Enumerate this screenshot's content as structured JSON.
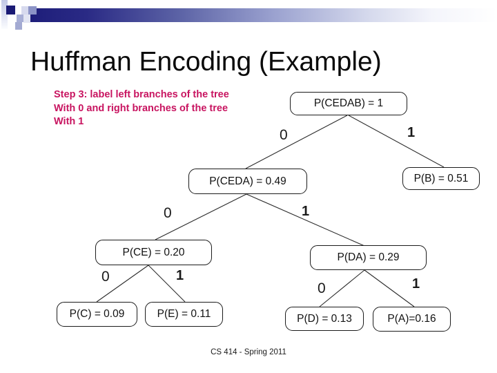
{
  "slide": {
    "title": "Huffman Encoding (Example)",
    "footer": "CS 414 - Spring 2011",
    "note": {
      "line1": "Step 3: label left branches of the tree",
      "line2": "With 0 and right branches of the tree",
      "line3": "With 1"
    }
  },
  "tree": {
    "nodes": [
      {
        "id": "cedab",
        "label": "P(CEDAB) = 1"
      },
      {
        "id": "ceda",
        "label": "P(CEDA) = 0.49"
      },
      {
        "id": "b",
        "label": "P(B) = 0.51"
      },
      {
        "id": "ce",
        "label": "P(CE) = 0.20"
      },
      {
        "id": "da",
        "label": "P(DA) = 0.29"
      },
      {
        "id": "c",
        "label": "P(C) = 0.09"
      },
      {
        "id": "e",
        "label": "P(E) = 0.11"
      },
      {
        "id": "d",
        "label": "P(D) = 0.13"
      },
      {
        "id": "a",
        "label": "P(A)=0.16"
      }
    ],
    "edge_labels": {
      "root_left": "0",
      "root_right": "1",
      "ceda_left": "0",
      "ceda_right": "1",
      "ce_left": "0",
      "ce_right": "1",
      "da_left": "0",
      "da_right": "1"
    }
  },
  "colors": {
    "note_accent": "#c81460",
    "header_navy": "#1e1e7a",
    "line_color": "#2b2b2b"
  }
}
